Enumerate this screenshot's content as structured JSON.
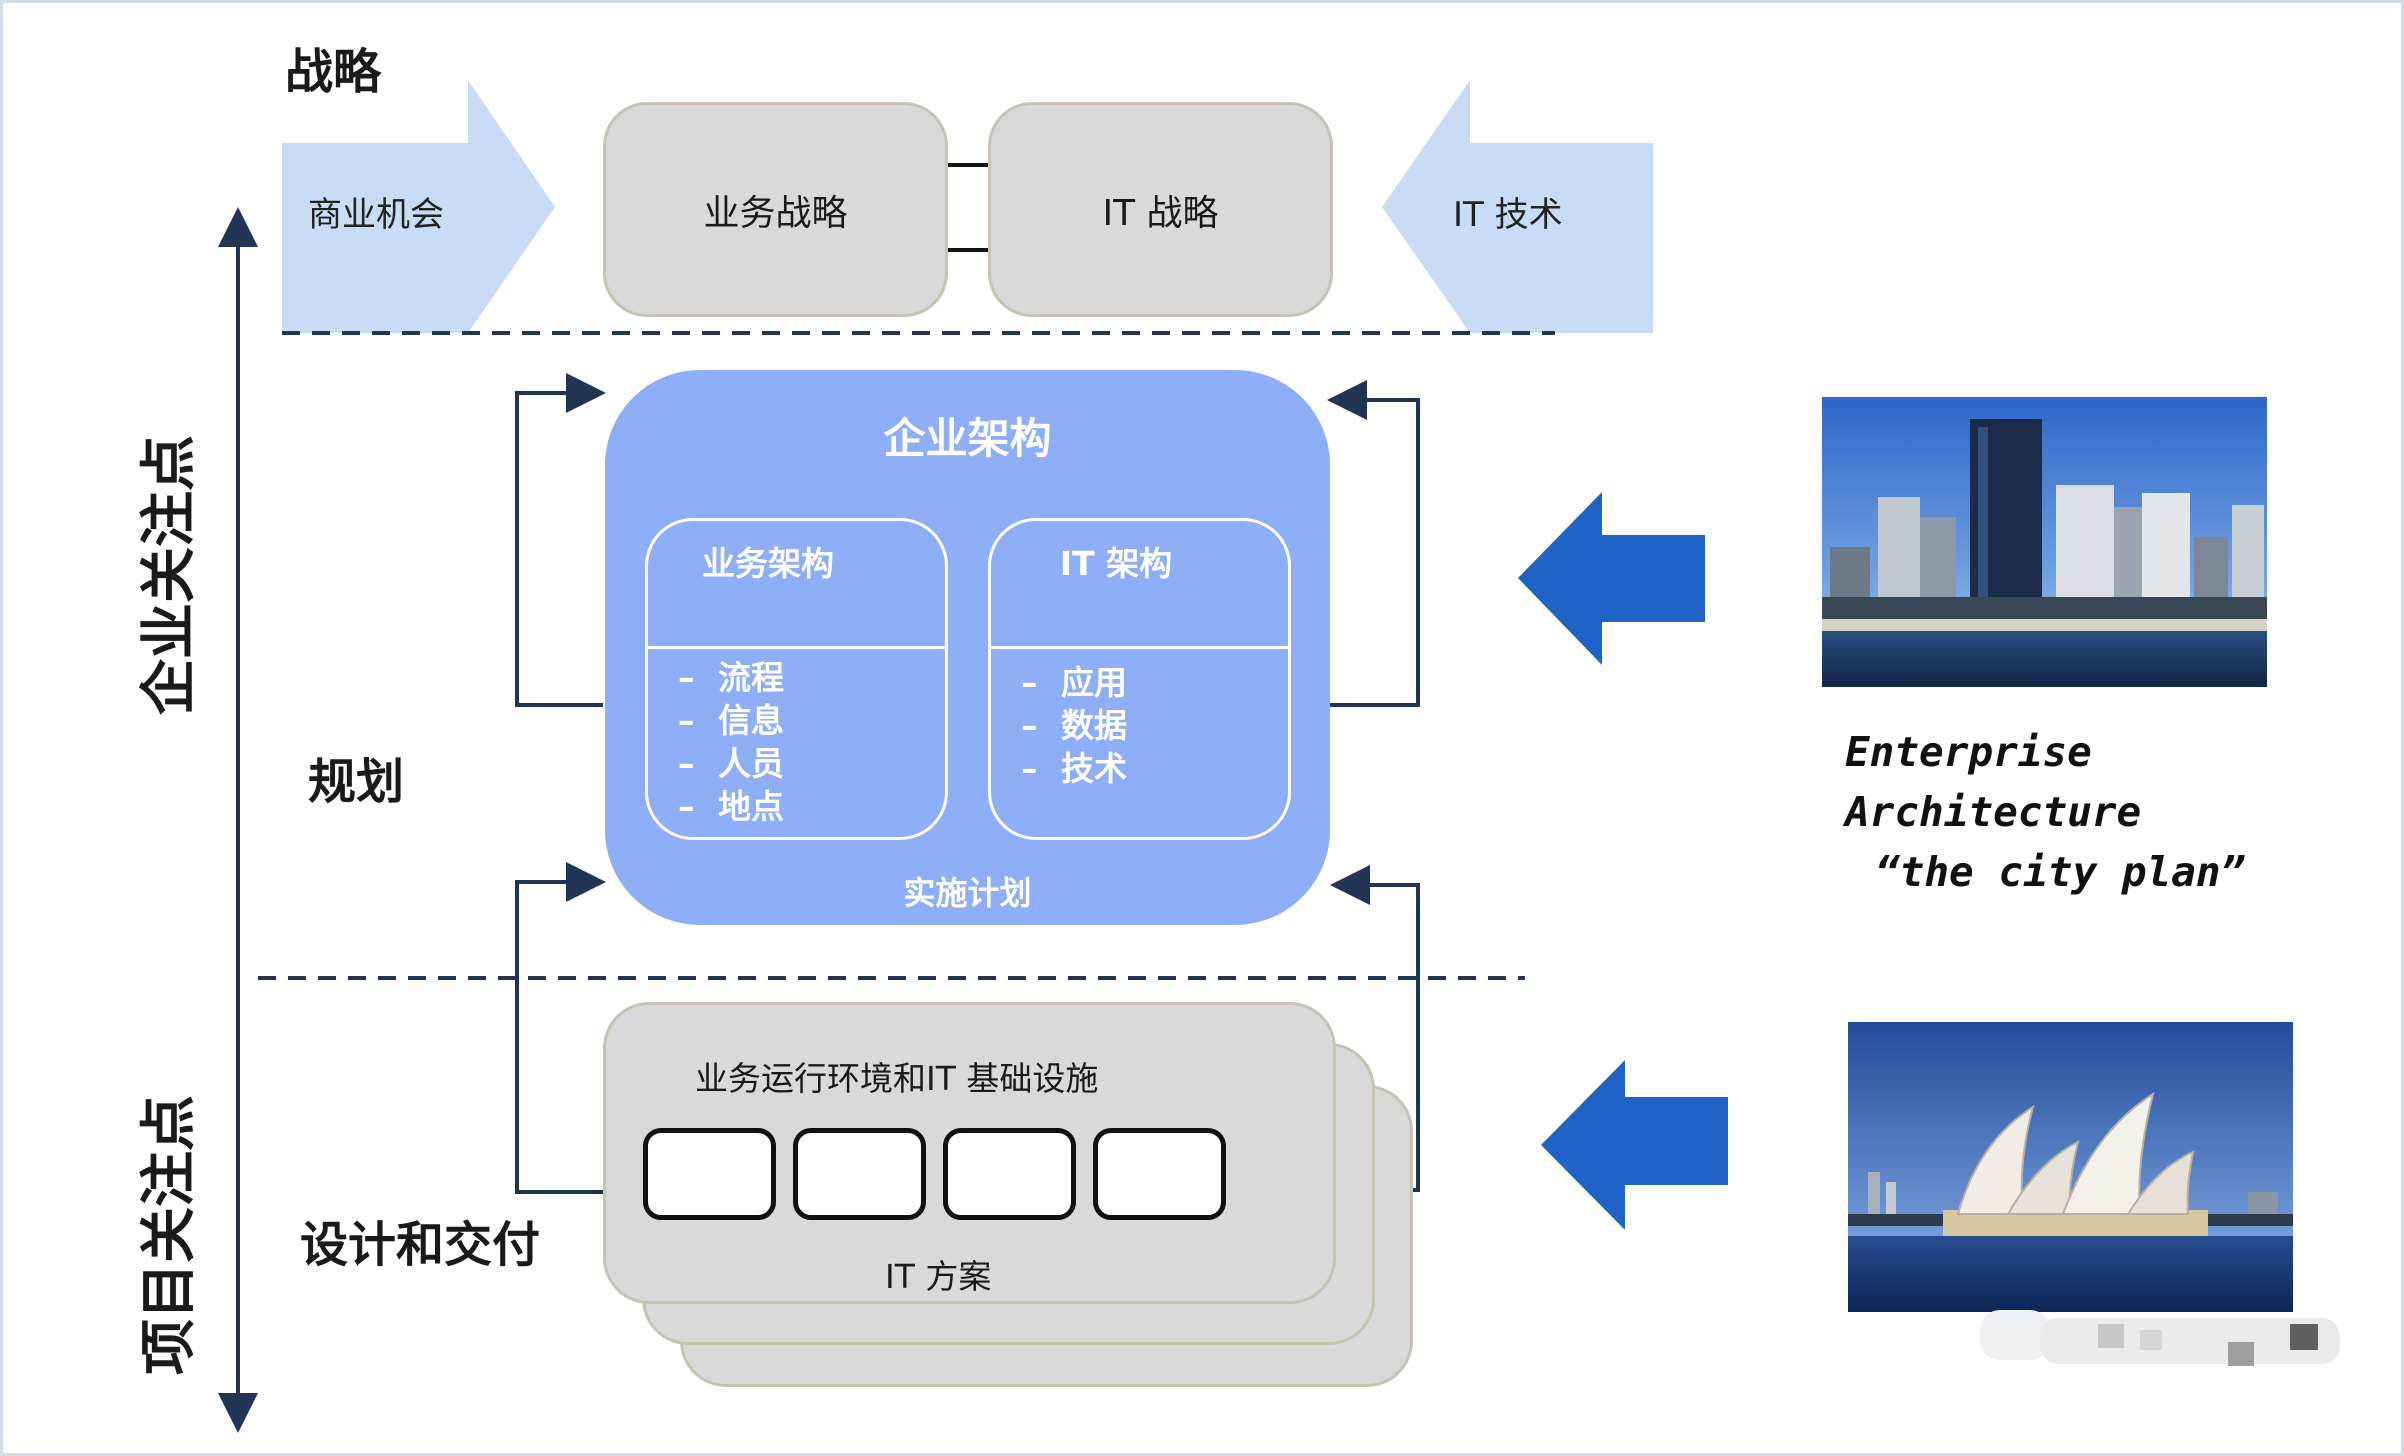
{
  "labels": {
    "strategy": "战略",
    "planning": "规划",
    "design_delivery": "设计和交付",
    "enterprise_focus": "企业关注点",
    "project_focus": "项目关注点"
  },
  "strategy_row": {
    "business_opportunity": "商业机会",
    "business_strategy": "业务战略",
    "it_strategy": "IT 战略",
    "it_technology": "IT 技术"
  },
  "enterprise_architecture": {
    "title": "企业架构",
    "business_architecture": {
      "title": "业务架构",
      "items": [
        "流程",
        "信息",
        "人员",
        "地点"
      ]
    },
    "it_architecture": {
      "title": "IT 架构",
      "items": [
        "应用",
        "数据",
        "技术"
      ]
    },
    "footer": "实施计划"
  },
  "design_block": {
    "title": "业务运行环境和IT 基础设施",
    "footer": "IT 方案"
  },
  "caption": {
    "line1": "Enterprise",
    "line2": "Architecture",
    "line3": "“the city plan”"
  },
  "colors": {
    "ea_fill": "#8eaef7",
    "light_arrow": "#c8dcf5",
    "dark_arrow": "#1f63c6",
    "box_gray": "#d9d9d9",
    "line_navy": "#1f3553"
  }
}
